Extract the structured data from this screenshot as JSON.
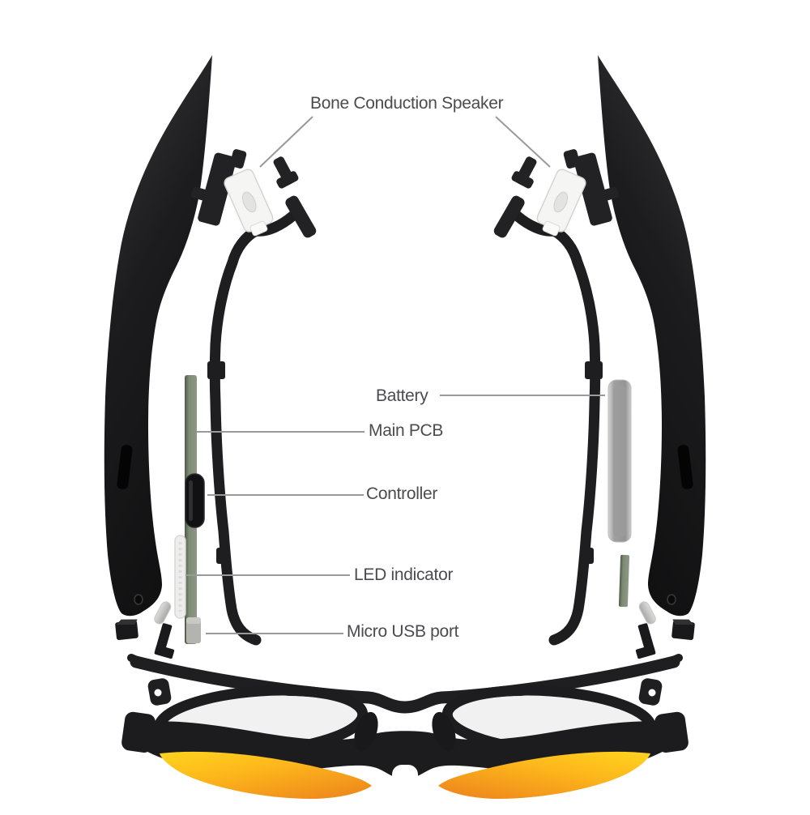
{
  "diagram": {
    "labels": {
      "bone_speaker": "Bone Conduction Speaker",
      "battery": "Battery",
      "main_pcb": "Main PCB",
      "controller": "Controller",
      "led": "LED indicator",
      "usb": "Micro USB port"
    },
    "colors": {
      "background": "#ffffff",
      "plastic_black": "#1d1d1f",
      "pcb_green": "#7d8b75",
      "battery_gray": "#a6a6a6",
      "led_white": "#ebebe9",
      "usb_gray": "#b3b3ae",
      "lens_yellow": "#ffd41f",
      "lens_orange": "#ef8a1c",
      "label_text": "#4b4b50",
      "leader_line": "#9a9a9a"
    }
  }
}
